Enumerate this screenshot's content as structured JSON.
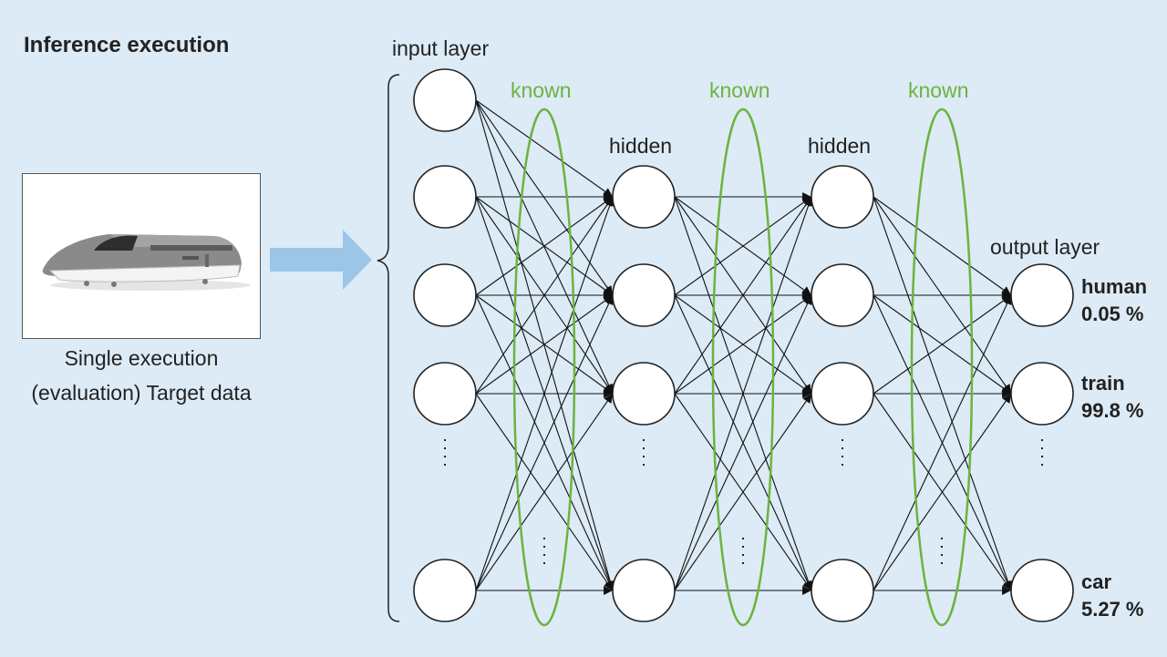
{
  "title": "Inference execution",
  "target_caption": {
    "line1": "Single execution",
    "line2": "(evaluation) Target data"
  },
  "layers": {
    "input_label": "input layer",
    "hidden_labels": [
      "hidden",
      "hidden"
    ],
    "output_label": "output layer",
    "known_labels": [
      "known",
      "known",
      "known"
    ]
  },
  "outputs": [
    {
      "name": "human",
      "probability": "0.05 %"
    },
    {
      "name": "train",
      "probability": "99.8 %"
    },
    {
      "name": "car",
      "probability": "5.27 %"
    }
  ],
  "colors": {
    "background": "#dcebf6",
    "known_highlight": "#6db33f",
    "flow_arrow": "#9cc6e8"
  },
  "icons": {
    "target_image": "train-icon",
    "flow_arrow": "right-arrow-icon"
  }
}
